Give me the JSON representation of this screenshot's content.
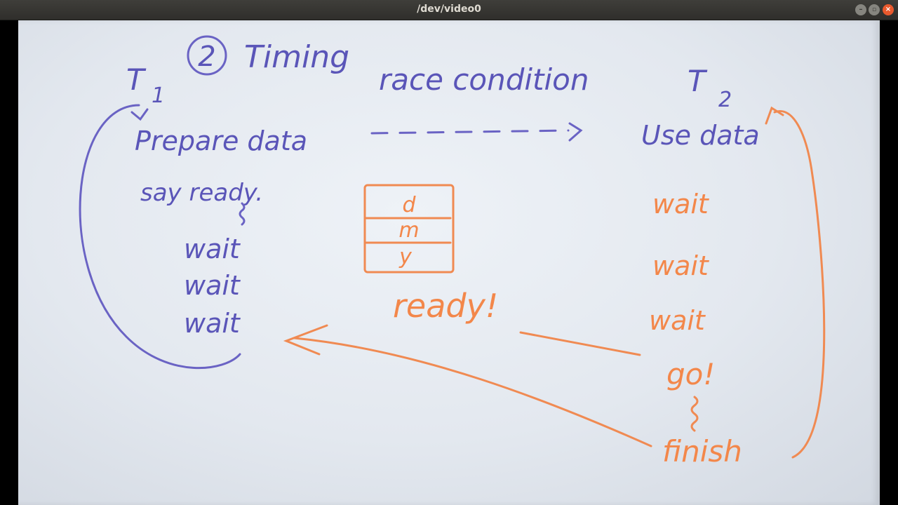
{
  "window": {
    "title": "/dev/video0",
    "buttons": {
      "minimize": "–",
      "maximize": "▫",
      "close": "×"
    }
  },
  "whiteboard": {
    "heading_number": "2",
    "heading": "Timing",
    "subheading": "race condition",
    "thread1": {
      "label": "T",
      "subscript": "1",
      "steps": [
        "Prepare data",
        "say ready.",
        "wait",
        "wait",
        "wait"
      ]
    },
    "thread2": {
      "label": "T",
      "subscript": "2",
      "steps": [
        "Use data",
        "wait",
        "wait",
        "wait",
        "go!",
        "finish"
      ]
    },
    "shared_data": [
      "d",
      "m",
      "y"
    ],
    "ready_signal": "ready!",
    "colors": {
      "thread1_ink": "#5a55b8",
      "thread2_ink": "#f3874a",
      "board": "#e8edf3"
    }
  }
}
